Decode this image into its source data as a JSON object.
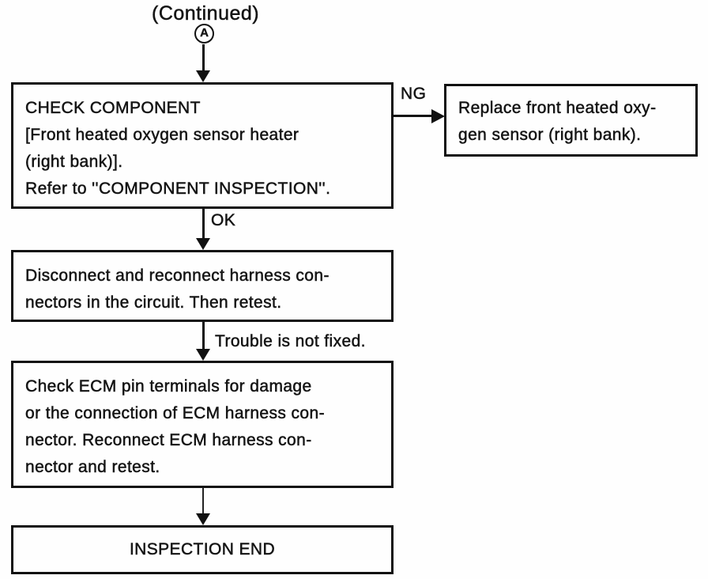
{
  "header": {
    "continued": "(Continued)",
    "connector": "A"
  },
  "labels": {
    "ng": "NG",
    "ok": "OK",
    "trouble": "Trouble is not fixed."
  },
  "boxes": {
    "check_component": {
      "text": "CHECK COMPONENT\n[Front heated oxygen sensor heater\n(right bank)].\nRefer to ''COMPONENT INSPECTION''."
    },
    "replace_sensor": {
      "text": "Replace front heated oxy-\ngen sensor (right bank)."
    },
    "reconnect_harness": {
      "text": "Disconnect and reconnect harness con-\nnectors in the circuit. Then retest."
    },
    "check_ecm": {
      "text": "Check ECM pin terminals for damage\nor the connection of ECM harness con-\nnector. Reconnect ECM harness con-\nnector and retest."
    },
    "inspection_end": {
      "text": "INSPECTION END"
    }
  }
}
